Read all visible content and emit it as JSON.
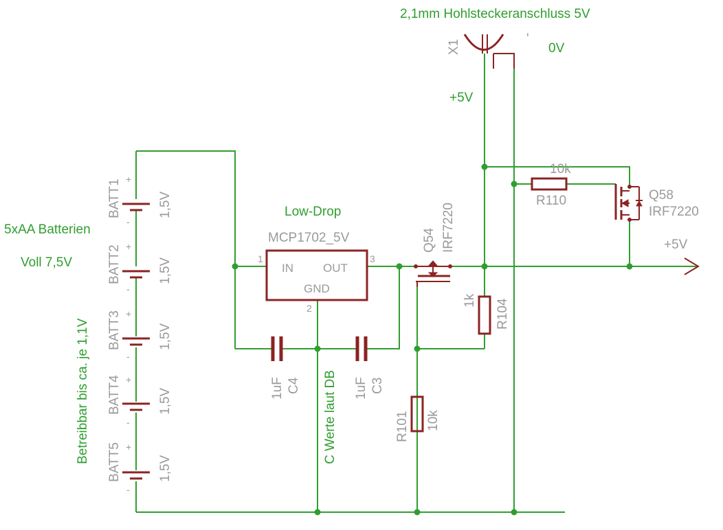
{
  "notes": {
    "dc_jack_title": "2,1mm Hohlsteckeranschluss 5V",
    "ground_label": "0V",
    "plus5v_top": "+5V",
    "plus5v_out": "+5V",
    "battery_desc": "5xAA Batterien",
    "battery_full": "Voll 7,5V",
    "battery_min": "Betreibbar bis ca. je 1,1V",
    "regulator_type": "Low-Drop",
    "cap_note": "C Werte laut DB"
  },
  "connector": {
    "name": "X1"
  },
  "regulator": {
    "name": "MCP1702_5V",
    "pin_in": "IN",
    "pin_out": "OUT",
    "pin_gnd": "GND",
    "pin1": "1",
    "pin2": "2",
    "pin3": "3"
  },
  "batteries": [
    {
      "name": "BATT1",
      "value": "1,5V"
    },
    {
      "name": "BATT2",
      "value": "1,5V"
    },
    {
      "name": "BATT3",
      "value": "1,5V"
    },
    {
      "name": "BATT4",
      "value": "1,5V"
    },
    {
      "name": "BATT5",
      "value": "1,5V"
    }
  ],
  "capacitors": [
    {
      "name": "C4",
      "value": "1uF"
    },
    {
      "name": "C3",
      "value": "1uF"
    }
  ],
  "resistors": [
    {
      "name": "R110",
      "value": "10k"
    },
    {
      "name": "R104",
      "value": "1k"
    },
    {
      "name": "R101",
      "value": "10k"
    }
  ],
  "transistors": [
    {
      "name": "Q54",
      "value": "IRF7220"
    },
    {
      "name": "Q58",
      "value": "IRF7220"
    }
  ],
  "symbols": {
    "plus": "+",
    "minus": "-",
    "tick": "'"
  }
}
